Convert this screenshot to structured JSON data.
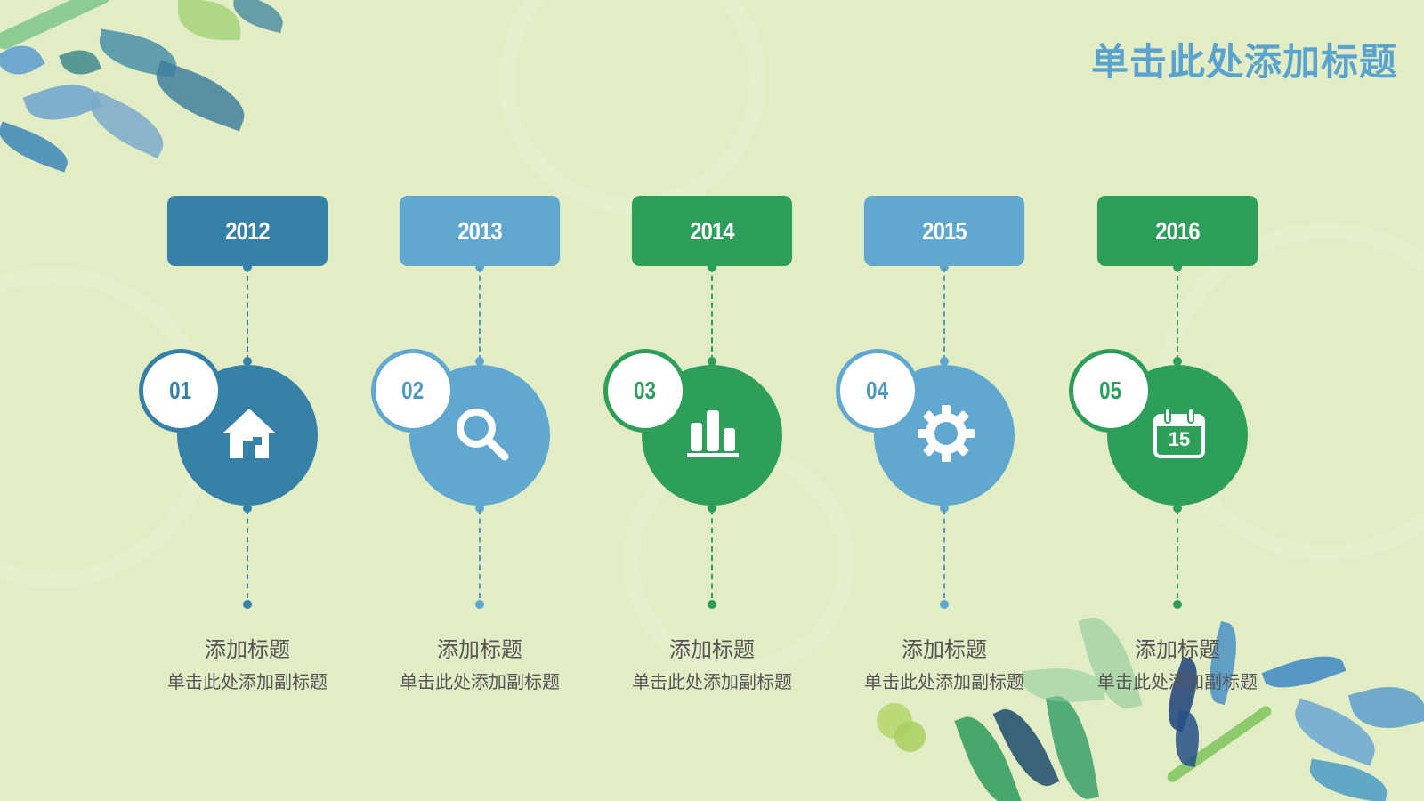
{
  "slide": {
    "title": "单击此处添加标题",
    "background_color": "#e3edc5",
    "title_color": "#5aa3cf"
  },
  "timeline": [
    {
      "year": "2012",
      "number": "01",
      "icon": "home-icon",
      "color": "#3581a8",
      "title": "添加标题",
      "subtitle": "单击此处添加副标题"
    },
    {
      "year": "2013",
      "number": "02",
      "icon": "search-icon",
      "color": "#60a8cf",
      "title": "添加标题",
      "subtitle": "单击此处添加副标题"
    },
    {
      "year": "2014",
      "number": "03",
      "icon": "bar-chart-icon",
      "color": "#2e9e5b",
      "title": "添加标题",
      "subtitle": "单击此处添加副标题"
    },
    {
      "year": "2015",
      "number": "04",
      "icon": "gear-icon",
      "color": "#60a8cf",
      "title": "添加标题",
      "subtitle": "单击此处添加副标题"
    },
    {
      "year": "2016",
      "number": "05",
      "icon": "calendar-icon",
      "color": "#2e9e5b",
      "title": "添加标题",
      "subtitle": "单击此处添加副标题",
      "calendar_day": "15"
    }
  ]
}
